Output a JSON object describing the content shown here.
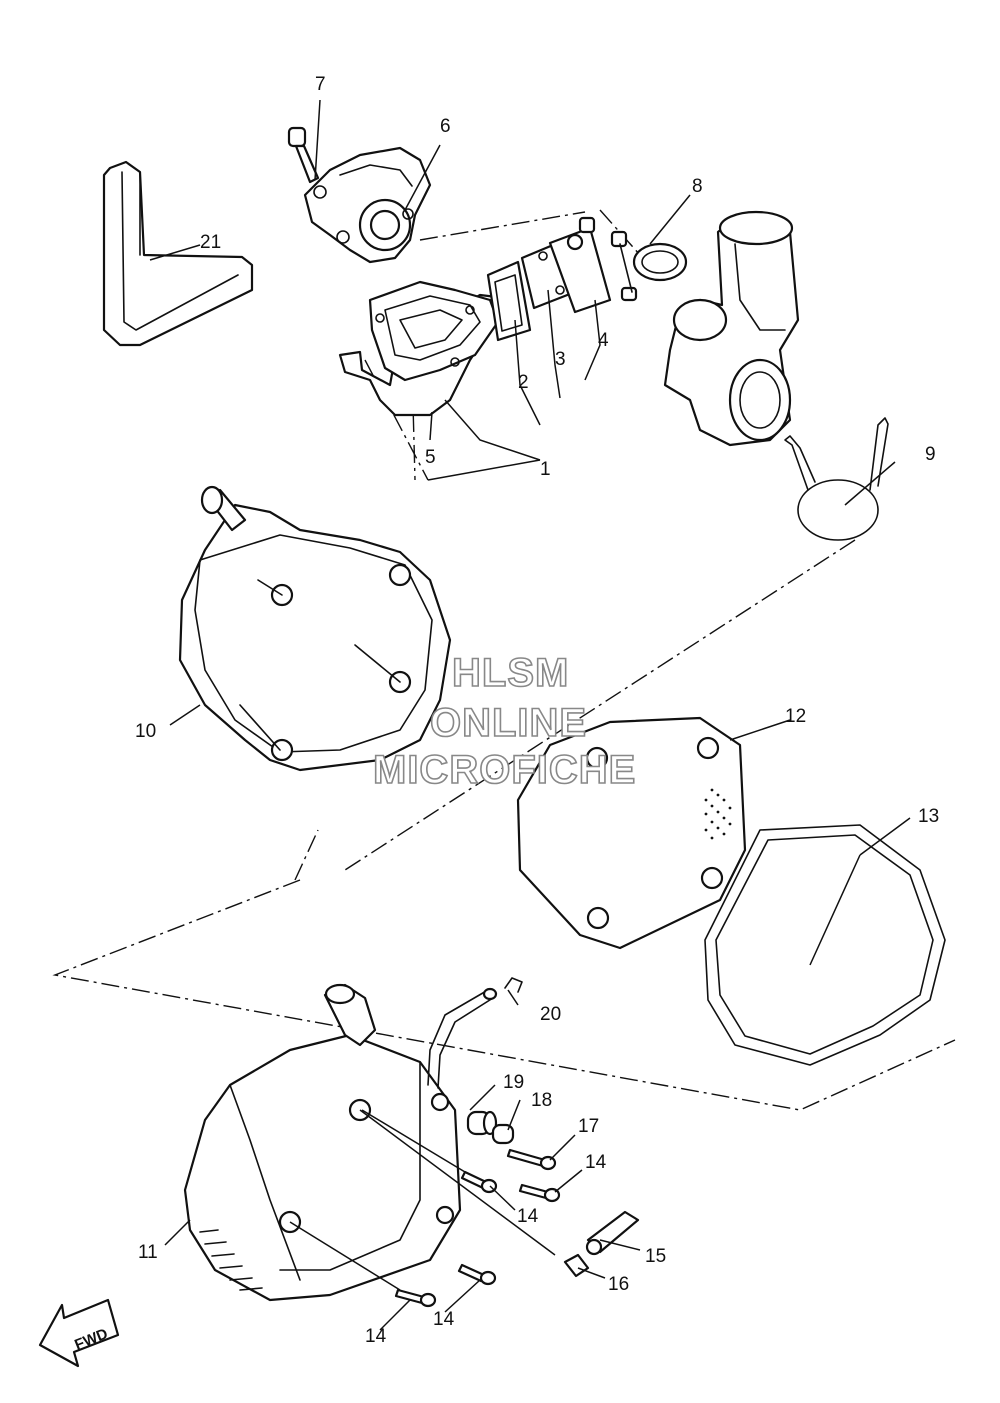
{
  "watermark": {
    "line1": "HLSM",
    "line2": "ONLINE",
    "line3": "MICROFICHE"
  },
  "direction_arrow": {
    "label": "FWD",
    "icon": "forward-arrow-icon"
  },
  "callouts": [
    {
      "id": "c1",
      "label": "1"
    },
    {
      "id": "c2",
      "label": "2"
    },
    {
      "id": "c3",
      "label": "3"
    },
    {
      "id": "c4",
      "label": "4"
    },
    {
      "id": "c5",
      "label": "5"
    },
    {
      "id": "c6",
      "label": "6"
    },
    {
      "id": "c7",
      "label": "7"
    },
    {
      "id": "c8",
      "label": "8"
    },
    {
      "id": "c9",
      "label": "9"
    },
    {
      "id": "c10",
      "label": "10"
    },
    {
      "id": "c11",
      "label": "11"
    },
    {
      "id": "c12",
      "label": "12"
    },
    {
      "id": "c13",
      "label": "13"
    },
    {
      "id": "c14a",
      "label": "14"
    },
    {
      "id": "c14b",
      "label": "14"
    },
    {
      "id": "c14c",
      "label": "14"
    },
    {
      "id": "c14d",
      "label": "14"
    },
    {
      "id": "c15",
      "label": "15"
    },
    {
      "id": "c16",
      "label": "16"
    },
    {
      "id": "c17",
      "label": "17"
    },
    {
      "id": "c18",
      "label": "18"
    },
    {
      "id": "c19",
      "label": "19"
    },
    {
      "id": "c20",
      "label": "20"
    },
    {
      "id": "c21",
      "label": "21"
    }
  ]
}
